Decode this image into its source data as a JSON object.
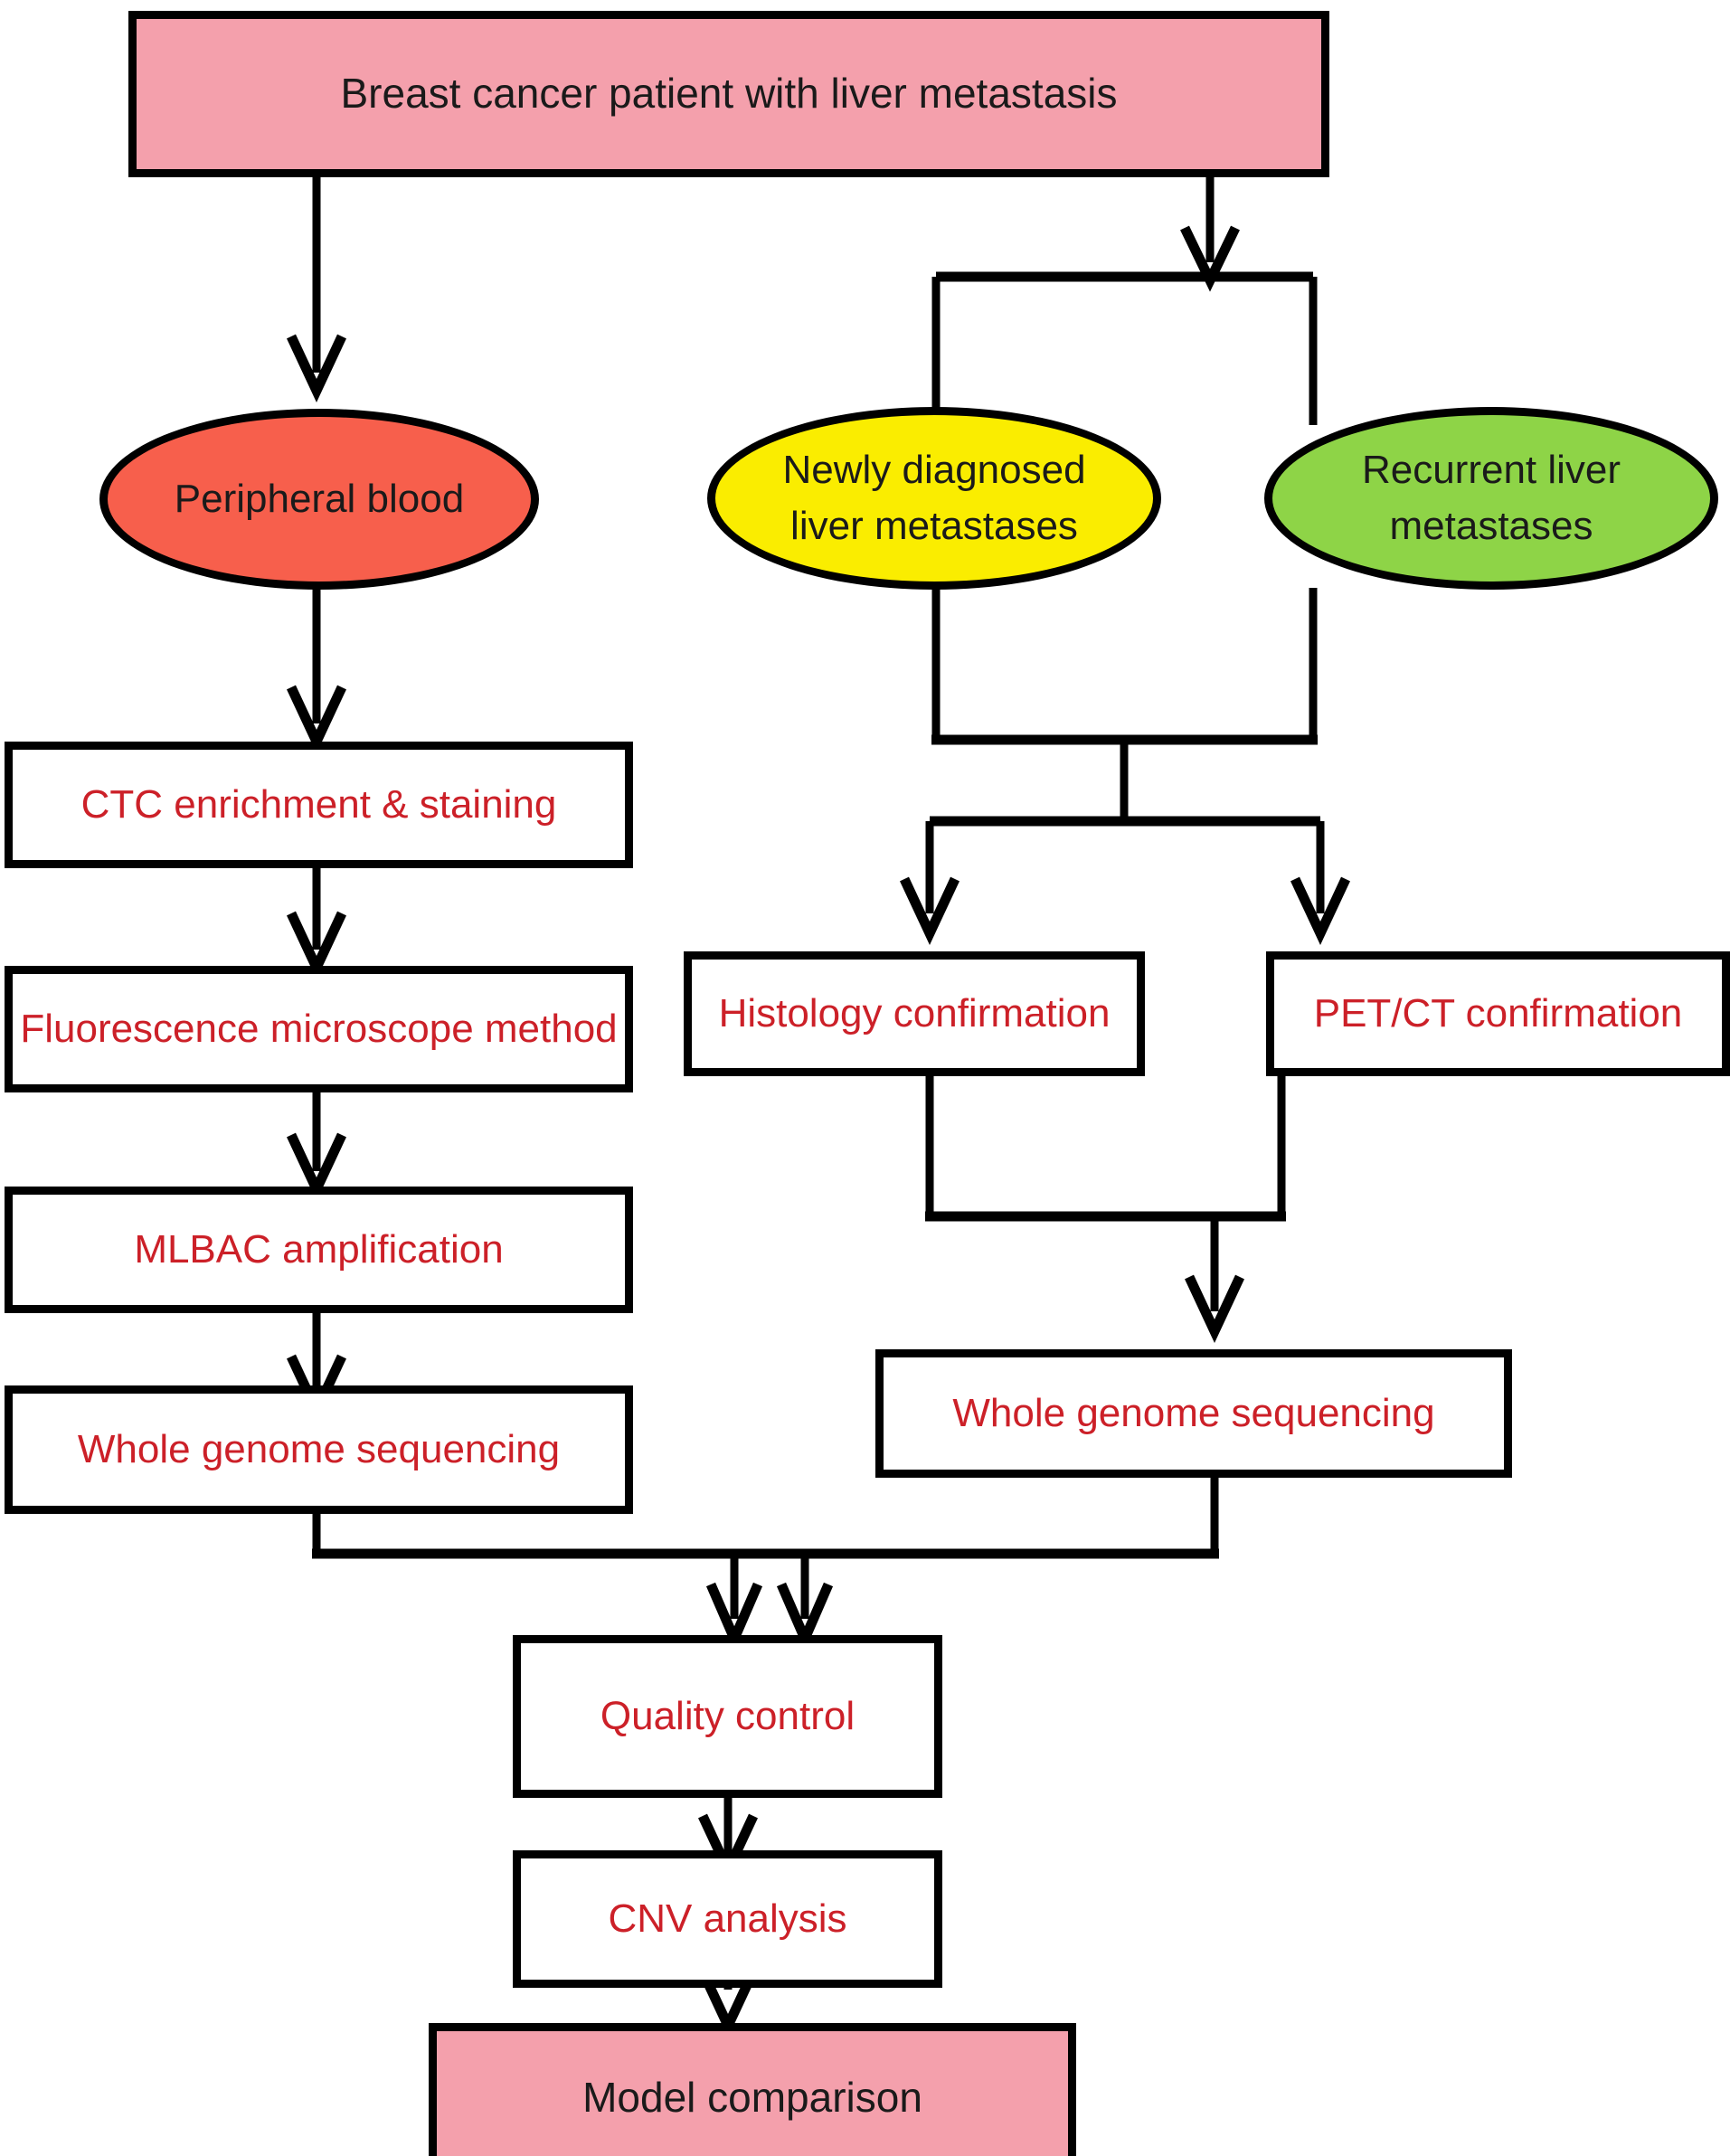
{
  "diagram": {
    "title": "Study workflow for CNV analysis of breast cancer liver metastasis",
    "colors": {
      "pink_fill": "#F4A0AC",
      "red_ellipse_fill": "#F75F4C",
      "yellow_ellipse_fill": "#FAED00",
      "green_ellipse_fill": "#8ED447",
      "white_box_fill": "#FFFFFF",
      "red_text": "#CC2028",
      "black_text": "#1A1A1A",
      "connector_stroke": "#000000"
    },
    "nodes": {
      "root": "Breast cancer patient with liver metastasis",
      "peripheral_blood": "Peripheral blood",
      "newly_diagnosed": "Newly diagnosed\nliver metastases",
      "recurrent": "Recurrent liver\nmetastases",
      "ctc_enrichment": "CTC enrichment & staining",
      "fluorescence": "Fluorescence microscope method",
      "mlbac": "MLBAC amplification",
      "wgs_left": "Whole genome sequencing",
      "histology": "Histology confirmation",
      "petct": "PET/CT confirmation",
      "wgs_right": "Whole genome sequencing",
      "quality_control": "Quality control",
      "cnv_analysis": "CNV analysis",
      "model_comparison": "Model comparison"
    },
    "edges": [
      {
        "from": "root",
        "to": "peripheral_blood",
        "arrow": true
      },
      {
        "from": "root",
        "to": "branch-metastases",
        "arrow": true
      },
      {
        "from": "branch-metastases",
        "to": "newly_diagnosed",
        "arrow": false
      },
      {
        "from": "branch-metastases",
        "to": "recurrent",
        "arrow": false
      },
      {
        "from": "peripheral_blood",
        "to": "ctc_enrichment",
        "arrow": true
      },
      {
        "from": "ctc_enrichment",
        "to": "fluorescence",
        "arrow": true
      },
      {
        "from": "fluorescence",
        "to": "mlbac",
        "arrow": true
      },
      {
        "from": "mlbac",
        "to": "wgs_left",
        "arrow": true
      },
      {
        "from": "newly_diagnosed",
        "to": "confirmation-split",
        "arrow": false
      },
      {
        "from": "recurrent",
        "to": "confirmation-split",
        "arrow": false
      },
      {
        "from": "confirmation-split",
        "to": "histology",
        "arrow": true
      },
      {
        "from": "confirmation-split",
        "to": "petct",
        "arrow": true
      },
      {
        "from": "histology",
        "to": "wgs_right",
        "arrow": true
      },
      {
        "from": "petct",
        "to": "wgs_right",
        "arrow": true
      },
      {
        "from": "wgs_left",
        "to": "quality_control",
        "arrow": true
      },
      {
        "from": "wgs_right",
        "to": "quality_control",
        "arrow": true
      },
      {
        "from": "quality_control",
        "to": "cnv_analysis",
        "arrow": true
      },
      {
        "from": "cnv_analysis",
        "to": "model_comparison",
        "arrow": true
      }
    ]
  }
}
